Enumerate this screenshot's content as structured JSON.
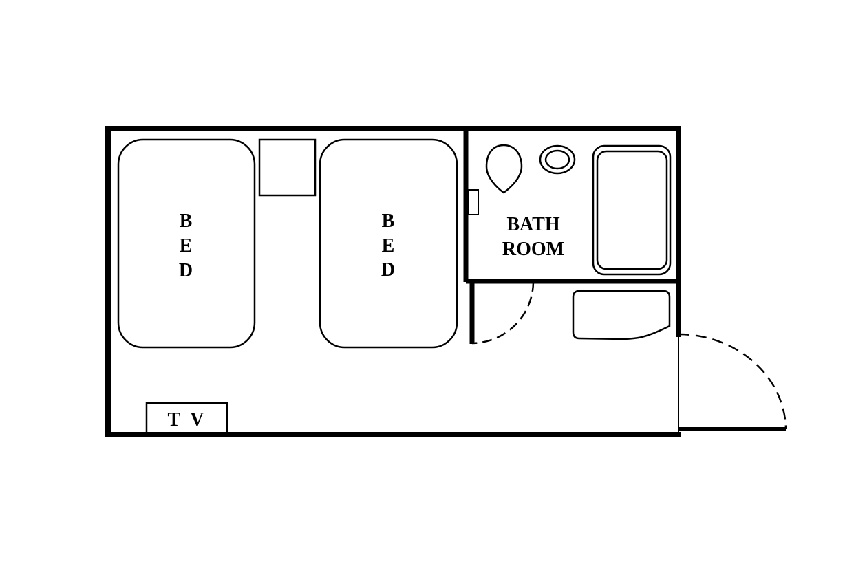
{
  "diagram": {
    "labels": {
      "bed_left": [
        "B",
        "E",
        "D"
      ],
      "bed_right": [
        "B",
        "E",
        "D"
      ],
      "bathroom": [
        "BATH",
        "ROOM"
      ],
      "tv": "T V"
    },
    "colors": {
      "stroke": "#000000",
      "background": "#ffffff"
    }
  }
}
